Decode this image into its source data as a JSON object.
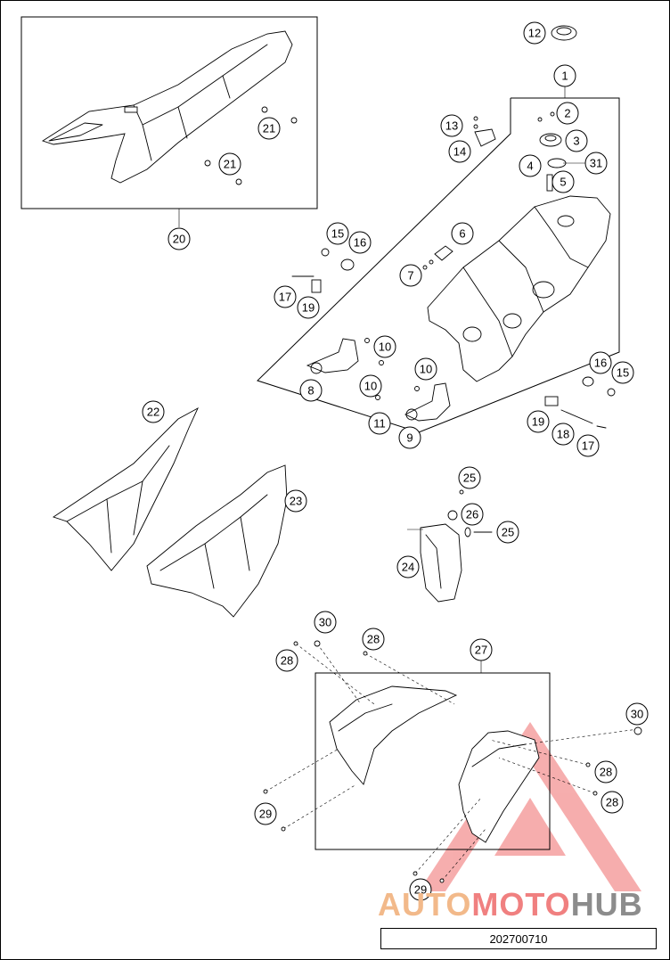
{
  "callouts": [
    {
      "id": "c12",
      "label": "12"
    },
    {
      "id": "c1",
      "label": "1"
    },
    {
      "id": "c2",
      "label": "2"
    },
    {
      "id": "c3",
      "label": "3"
    },
    {
      "id": "c4",
      "label": "4"
    },
    {
      "id": "c5",
      "label": "5"
    },
    {
      "id": "c31",
      "label": "31"
    },
    {
      "id": "c13",
      "label": "13"
    },
    {
      "id": "c14",
      "label": "14"
    },
    {
      "id": "c21a",
      "label": "21"
    },
    {
      "id": "c21b",
      "label": "21"
    },
    {
      "id": "c20",
      "label": "20"
    },
    {
      "id": "c15a",
      "label": "15"
    },
    {
      "id": "c16a",
      "label": "16"
    },
    {
      "id": "c6",
      "label": "6"
    },
    {
      "id": "c7",
      "label": "7"
    },
    {
      "id": "c17a",
      "label": "17"
    },
    {
      "id": "c19a",
      "label": "19"
    },
    {
      "id": "c10a",
      "label": "10"
    },
    {
      "id": "c10b",
      "label": "10"
    },
    {
      "id": "c10c",
      "label": "10"
    },
    {
      "id": "c8",
      "label": "8"
    },
    {
      "id": "c11",
      "label": "11"
    },
    {
      "id": "c9",
      "label": "9"
    },
    {
      "id": "c16b",
      "label": "16"
    },
    {
      "id": "c15b",
      "label": "15"
    },
    {
      "id": "c19b",
      "label": "19"
    },
    {
      "id": "c18",
      "label": "18"
    },
    {
      "id": "c17b",
      "label": "17"
    },
    {
      "id": "c22",
      "label": "22"
    },
    {
      "id": "c23",
      "label": "23"
    },
    {
      "id": "c25a",
      "label": "25"
    },
    {
      "id": "c26",
      "label": "26"
    },
    {
      "id": "c25b",
      "label": "25"
    },
    {
      "id": "c24",
      "label": "24"
    },
    {
      "id": "c30a",
      "label": "30"
    },
    {
      "id": "c28a",
      "label": "28"
    },
    {
      "id": "c28b",
      "label": "28"
    },
    {
      "id": "c27",
      "label": "27"
    },
    {
      "id": "c30b",
      "label": "30"
    },
    {
      "id": "c28c",
      "label": "28"
    },
    {
      "id": "c28d",
      "label": "28"
    },
    {
      "id": "c29a",
      "label": "29"
    },
    {
      "id": "c29b",
      "label": "29"
    }
  ],
  "diagram_number": "202700710",
  "watermark": {
    "part1": "AUTO",
    "part2": "MOTO",
    "part3": "HUB"
  },
  "colors": {
    "watermark_orange": "#f2b98a",
    "watermark_red": "#f08080",
    "watermark_gray": "#8c8c8c",
    "line": "#000000"
  }
}
